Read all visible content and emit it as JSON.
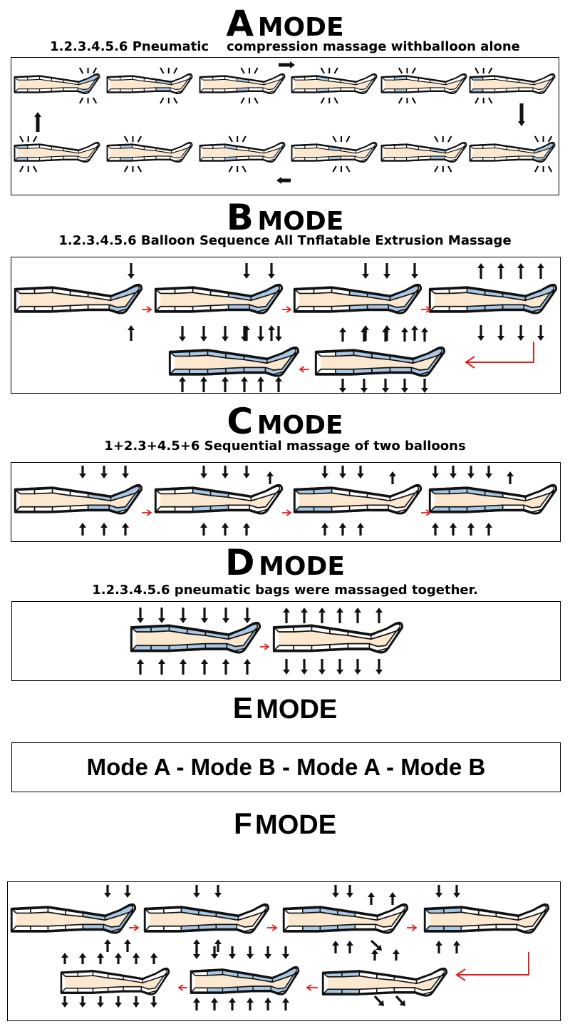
{
  "colors": {
    "leg": "#fbe8cf",
    "balloon": "#a9c8e6",
    "outline": "#111111",
    "arrow_red": "#e02020",
    "arrow_black": "#111111"
  },
  "modes": [
    {
      "id": "A",
      "letter": "A",
      "word": "MODE",
      "subtitle": "1.2.3.4.5.6 Pneumatic    compression massage withballoon alone"
    },
    {
      "id": "B",
      "letter": "B",
      "word": "MODE",
      "subtitle": "1.2.3.4.5.6 Balloon Sequence All Tnflatable Extrusion Massage"
    },
    {
      "id": "C",
      "letter": "C",
      "word": "MODE",
      "subtitle": "1+2.3+4.5+6 Sequential massage of two balloons"
    },
    {
      "id": "D",
      "letter": "D",
      "word": "MODE",
      "subtitle": "1.2.3.4.5.6 pneumatic bags were massaged together."
    },
    {
      "id": "E",
      "letter": "E",
      "word": "MODE",
      "sequence": "Mode A - Mode B - Mode A - Mode B"
    },
    {
      "id": "F",
      "letter": "F",
      "word": "MODE"
    }
  ],
  "icons": {
    "leg": "leg-icon",
    "arrow": "arrow-icon"
  }
}
